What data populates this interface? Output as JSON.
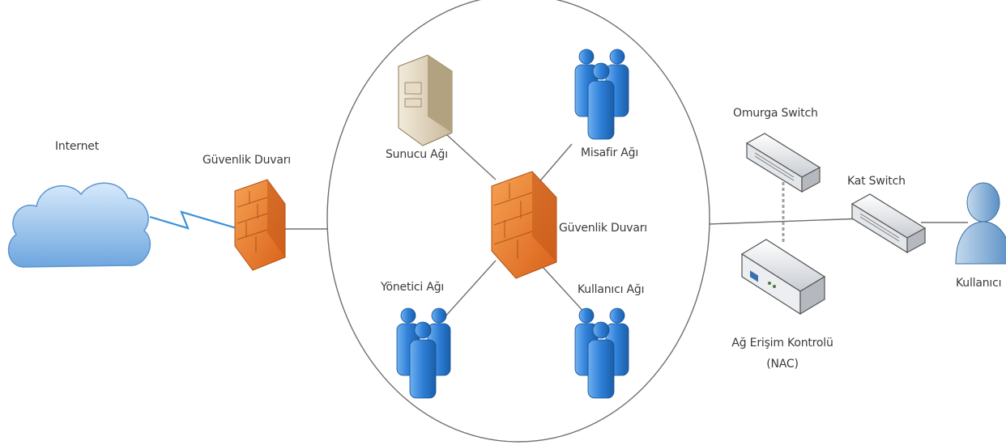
{
  "nodes": {
    "internet": {
      "label": "Internet",
      "icon": "cloud-icon"
    },
    "edge_firewall": {
      "label": "Güvenlik Duvarı",
      "icon": "firewall-icon"
    },
    "server_network": {
      "label": "Sunucu Ağı",
      "icon": "server-icon"
    },
    "guest_network": {
      "label": "Misafir Ağı",
      "icon": "users-group-icon"
    },
    "inner_firewall": {
      "label": "Güvenlik Duvarı",
      "icon": "firewall-icon"
    },
    "admin_network": {
      "label": "Yönetici Ağı",
      "icon": "users-group-icon"
    },
    "user_network": {
      "label": "Kullanıcı Ağı",
      "icon": "users-group-icon"
    },
    "core_switch": {
      "label": "Omurga Switch",
      "icon": "switch-icon"
    },
    "floor_switch": {
      "label": "Kat Switch",
      "icon": "switch-icon"
    },
    "nac": {
      "label_line1": "Ağ Erişim Kontrolü",
      "label_line2": "(NAC)",
      "icon": "nac-appliance-icon"
    },
    "end_user": {
      "label": "Kullanıcı",
      "icon": "user-icon"
    }
  },
  "colors": {
    "cloud": "#8fc0ea",
    "firewall": "#f08a2c",
    "users": "#2f7fd8",
    "lines": "#707070"
  }
}
